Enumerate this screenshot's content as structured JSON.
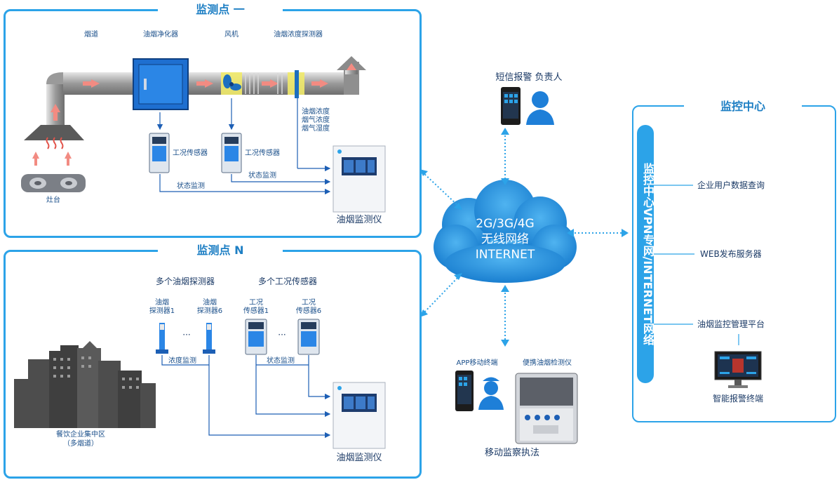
{
  "site1": {
    "title": "监测点 一",
    "labels": {
      "flue": "烟道",
      "purifier": "油烟净化器",
      "fan": "风机",
      "detector": "油烟浓度探测器",
      "sensor_a": "工况传感器",
      "sensor_b": "工况传感器",
      "status_a": "状态监测",
      "status_b": "状态监测",
      "readings": [
        "油烟浓度",
        "烟气浓度",
        "烟气湿度"
      ],
      "stove": "灶台",
      "monitor": "油烟监测仪"
    }
  },
  "siteN": {
    "title": "监测点 N",
    "multi_detectors": "多个油烟探测器",
    "multi_sensors": "多个工况传感器",
    "det1": [
      "油烟",
      "探测器1"
    ],
    "det6": [
      "油烟",
      "探测器6"
    ],
    "sen1": [
      "工况",
      "传感器1"
    ],
    "sen6": [
      "工况",
      "传感器6"
    ],
    "ellipsis": "···",
    "concentration": "浓度监测",
    "status": "状态监测",
    "district": [
      "餐饮企业集中区",
      "（多烟道）"
    ],
    "monitor": "油烟监测仪"
  },
  "network": {
    "lines": [
      "2G/3G/4G",
      "无线网络",
      "INTERNET"
    ]
  },
  "sms": {
    "label": "短信报警  负责人"
  },
  "mobile": {
    "app": "APP移动终端",
    "portable": "便携油烟检测仪",
    "enforcement": "移动监察执法"
  },
  "center": {
    "title": "监控中心",
    "vpn": "监控中心VPN专网/INTERNET网络",
    "items": [
      "企业用户数据查询",
      "WEB发布服务器",
      "油烟监控管理平台"
    ],
    "terminal": "智能报警终端"
  },
  "colors": {
    "border": "#2ca3e8",
    "arrow": "#1d5fb5",
    "cloud": "#1f8fdc",
    "flow": "#f28b82"
  }
}
